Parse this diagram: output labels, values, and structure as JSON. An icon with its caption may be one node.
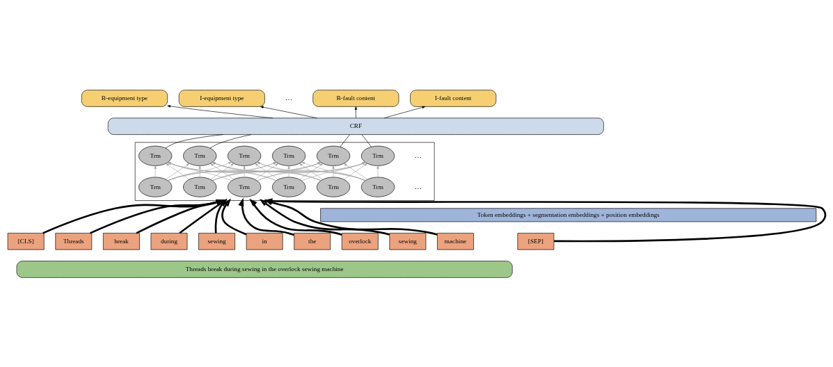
{
  "diagram": {
    "nodes": [
      {
        "text": [
          "B-equipment type"
        ]
      },
      {
        "text": [
          "I-equipment type"
        ]
      },
      {
        "text": [
          "B-fault content"
        ]
      },
      {
        "text": [
          "I-fault content"
        ]
      },
      {
        "text": [
          "CRF"
        ]
      },
      {
        "text": [],
        "shape": "box"
      },
      {
        "text": [
          "Trm"
        ],
        "in": 5
      },
      {
        "text": [
          "Trm"
        ],
        "in": 5
      },
      {
        "text": [
          "Trm"
        ],
        "in": 5
      },
      {
        "text": [
          "Trm"
        ],
        "in": 5
      },
      {
        "text": [
          "Trm"
        ],
        "in": 5
      },
      {
        "text": [
          "Trm"
        ],
        "in": 5
      },
      {
        "text": [
          "Trm"
        ],
        "in": 5
      },
      {
        "text": [
          "Trm"
        ],
        "in": 5
      },
      {
        "text": [
          "Trm"
        ],
        "in": 5
      },
      {
        "text": [
          "Trm"
        ],
        "in": 5
      },
      {
        "text": [
          "Trm"
        ],
        "in": 5
      },
      {
        "text": [
          "Trm"
        ],
        "in": 5
      },
      {
        "text": [
          "Token embeddings + segmentation embeddings + position embeddings"
        ]
      },
      {
        "text": [
          "[CLS]"
        ]
      },
      {
        "text": [
          "Threads"
        ]
      },
      {
        "text": [
          "break"
        ]
      },
      {
        "text": [
          "during"
        ]
      },
      {
        "text": [
          "sewing"
        ]
      },
      {
        "text": [
          "in"
        ]
      },
      {
        "text": [
          "the"
        ]
      },
      {
        "text": [
          "overlock"
        ]
      },
      {
        "text": [
          "sewing"
        ]
      },
      {
        "text": [
          "machine"
        ]
      },
      {
        "text": [
          "[SEP]"
        ]
      },
      {
        "text": [
          "Threads break during sewing in the overlock sewing machine"
        ]
      }
    ],
    "edges": [
      {
        "from": 4,
        "to": 0,
        "arrow": "to",
        "color": "#000000"
      },
      {
        "from": 4,
        "to": 1,
        "arrow": "to",
        "color": "#000000"
      },
      {
        "from": 4,
        "to": 2,
        "arrow": "to",
        "color": "#000000"
      },
      {
        "from": 4,
        "to": 3,
        "arrow": "to",
        "color": "#000000"
      },
      {
        "from": 7,
        "to": 4,
        "arrow": "none",
        "color": "#000000"
      },
      {
        "from": 8,
        "to": 4,
        "arrow": "none",
        "color": "#000000"
      },
      {
        "from": 9,
        "to": 4,
        "arrow": "none",
        "color": "#000000"
      },
      {
        "from": 10,
        "to": 4,
        "arrow": "none",
        "color": "#000000"
      },
      {
        "from": 12,
        "to": 6,
        "arrow": "to",
        "color": "#a6a6a6"
      },
      {
        "from": 12,
        "to": 7,
        "arrow": "to",
        "color": "#a6a6a6"
      },
      {
        "from": 12,
        "to": 8,
        "arrow": "to",
        "color": "#a6a6a6"
      },
      {
        "from": 12,
        "to": 9,
        "arrow": "to",
        "color": "#a6a6a6"
      },
      {
        "from": 12,
        "to": 10,
        "arrow": "to",
        "color": "#a6a6a6"
      },
      {
        "from": 12,
        "to": 11,
        "arrow": "to",
        "color": "#a6a6a6"
      },
      {
        "from": 13,
        "to": 6,
        "arrow": "to",
        "color": "#a6a6a6"
      },
      {
        "from": 13,
        "to": 7,
        "arrow": "to",
        "color": "#a6a6a6"
      },
      {
        "from": 13,
        "to": 8,
        "arrow": "to",
        "color": "#a6a6a6"
      },
      {
        "from": 13,
        "to": 9,
        "arrow": "to",
        "color": "#a6a6a6"
      },
      {
        "from": 13,
        "to": 10,
        "arrow": "to",
        "color": "#a6a6a6"
      },
      {
        "from": 13,
        "to": 11,
        "arrow": "to",
        "color": "#a6a6a6"
      },
      {
        "from": 14,
        "to": 6,
        "arrow": "to",
        "color": "#a6a6a6"
      },
      {
        "from": 14,
        "to": 7,
        "arrow": "to",
        "color": "#a6a6a6"
      },
      {
        "from": 14,
        "to": 8,
        "arrow": "to",
        "color": "#a6a6a6"
      },
      {
        "from": 14,
        "to": 9,
        "arrow": "to",
        "color": "#a6a6a6"
      },
      {
        "from": 14,
        "to": 10,
        "arrow": "to",
        "color": "#a6a6a6"
      },
      {
        "from": 14,
        "to": 11,
        "arrow": "to",
        "color": "#a6a6a6"
      },
      {
        "from": 15,
        "to": 6,
        "arrow": "to",
        "color": "#a6a6a6"
      },
      {
        "from": 15,
        "to": 7,
        "arrow": "to",
        "color": "#a6a6a6"
      },
      {
        "from": 15,
        "to": 8,
        "arrow": "to",
        "color": "#a6a6a6"
      },
      {
        "from": 15,
        "to": 9,
        "arrow": "to",
        "color": "#a6a6a6"
      },
      {
        "from": 15,
        "to": 10,
        "arrow": "to",
        "color": "#a6a6a6"
      },
      {
        "from": 15,
        "to": 11,
        "arrow": "to",
        "color": "#a6a6a6"
      },
      {
        "from": 16,
        "to": 6,
        "arrow": "to",
        "color": "#a6a6a6"
      },
      {
        "from": 16,
        "to": 7,
        "arrow": "to",
        "color": "#a6a6a6"
      },
      {
        "from": 16,
        "to": 8,
        "arrow": "to",
        "color": "#a6a6a6"
      },
      {
        "from": 16,
        "to": 9,
        "arrow": "to",
        "color": "#a6a6a6"
      },
      {
        "from": 16,
        "to": 10,
        "arrow": "to",
        "color": "#a6a6a6"
      },
      {
        "from": 16,
        "to": 11,
        "arrow": "to",
        "color": "#a6a6a6"
      },
      {
        "from": 17,
        "to": 6,
        "arrow": "to",
        "color": "#a6a6a6"
      },
      {
        "from": 17,
        "to": 7,
        "arrow": "to",
        "color": "#a6a6a6"
      },
      {
        "from": 17,
        "to": 8,
        "arrow": "to",
        "color": "#a6a6a6"
      },
      {
        "from": 17,
        "to": 9,
        "arrow": "to",
        "color": "#a6a6a6"
      },
      {
        "from": 17,
        "to": 10,
        "arrow": "to",
        "color": "#a6a6a6"
      },
      {
        "from": 17,
        "to": 11,
        "arrow": "to",
        "color": "#a6a6a6"
      },
      {
        "from": 19,
        "to": 5,
        "arrow": "to",
        "style": "thick",
        "color": "#000000"
      },
      {
        "from": 20,
        "to": 5,
        "arrow": "to",
        "style": "thick",
        "color": "#000000"
      },
      {
        "from": 21,
        "to": 5,
        "arrow": "to",
        "style": "thick",
        "color": "#000000"
      },
      {
        "from": 22,
        "to": 5,
        "arrow": "to",
        "style": "thick",
        "color": "#000000"
      },
      {
        "from": 23,
        "to": 5,
        "arrow": "to",
        "style": "thick",
        "color": "#000000"
      },
      {
        "from": 24,
        "to": 5,
        "arrow": "to",
        "style": "thick",
        "color": "#000000"
      },
      {
        "from": 25,
        "to": 5,
        "arrow": "to",
        "style": "thick",
        "color": "#000000"
      },
      {
        "from": 26,
        "to": 5,
        "arrow": "to",
        "style": "thick",
        "color": "#000000"
      },
      {
        "from": 27,
        "to": 5,
        "arrow": "to",
        "style": "thick",
        "color": "#000000"
      },
      {
        "from": 28,
        "to": 5,
        "arrow": "to",
        "style": "thick",
        "color": "#000000"
      },
      {
        "from": 29,
        "to": 5,
        "arrow": "to",
        "style": "thick",
        "color": "#000000"
      }
    ],
    "labels": [
      "…",
      "…",
      "…"
    ]
  }
}
